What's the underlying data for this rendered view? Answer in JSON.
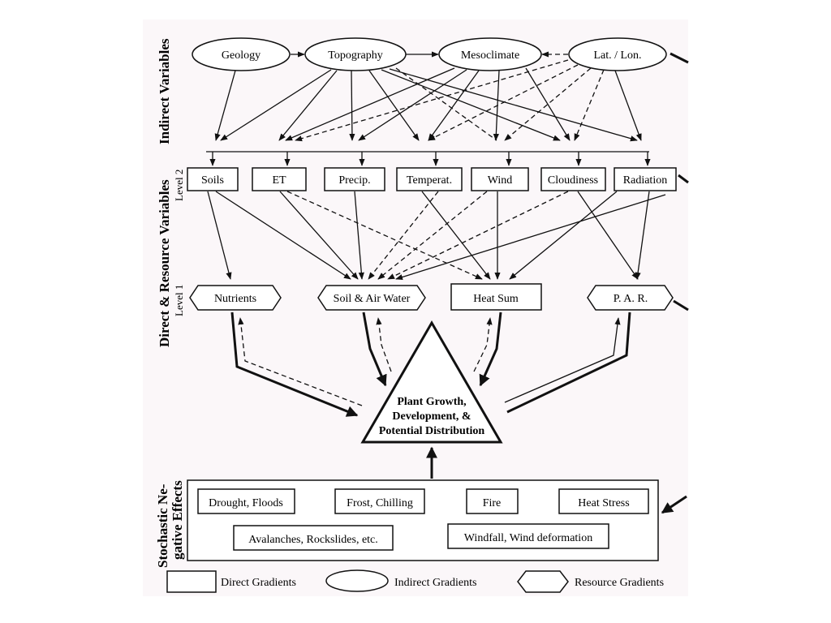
{
  "side_labels": {
    "indirect": "Indirect Variables",
    "direct_resource": "Direct & Resource Variables",
    "level2": "Level 2",
    "level1": "Level 1",
    "stochastic_line1": "Stochastic Ne-",
    "stochastic_line2": "gative Effects"
  },
  "indirect": {
    "geology": "Geology",
    "topography": "Topography",
    "mesoclimate": "Mesoclimate",
    "latlon": "Lat. / Lon."
  },
  "level2": {
    "soils": "Soils",
    "et": "ET",
    "precip": "Precip.",
    "temperat": "Temperat.",
    "wind": "Wind",
    "cloudiness": "Cloudiness",
    "radiation": "Radiation"
  },
  "level1": {
    "nutrients": "Nutrients",
    "soil_air_water": "Soil & Air Water",
    "heat_sum": "Heat Sum",
    "par": "P. A. R."
  },
  "center": {
    "line1": "Plant Growth,",
    "line2": "Development, &",
    "line3": "Potential Distribution"
  },
  "stochastic": {
    "drought": "Drought, Floods",
    "frost": "Frost, Chilling",
    "fire": "Fire",
    "heat_stress": "Heat Stress",
    "avalanches": "Avalanches, Rockslides, etc.",
    "windfall": "Windfall, Wind deformation"
  },
  "legend": {
    "direct": "Direct Gradients",
    "indirect": "Indirect Gradients",
    "resource": "Resource Gradients"
  }
}
